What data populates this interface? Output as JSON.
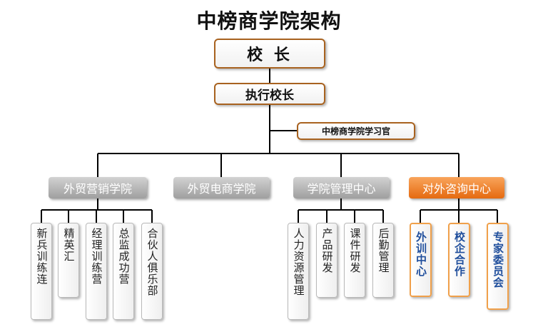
{
  "title": "中榜商学院架构",
  "top": {
    "principal": "校 长",
    "executive": "执行校长",
    "officer": "中榜商学院学习官"
  },
  "departments": [
    {
      "name": "外贸营销学院",
      "children": [
        "新兵训练连",
        "精英汇",
        "经理训练营",
        "总监成功营",
        "合伙人俱乐部"
      ]
    },
    {
      "name": "外贸电商学院",
      "children": []
    },
    {
      "name": "学院管理中心",
      "children": [
        "人力资源管理",
        "产品研发",
        "课件研发",
        "后勤管理"
      ]
    },
    {
      "name": "对外咨询中心",
      "children": [
        "外训中心",
        "校企合作",
        "专家委员会"
      ]
    }
  ],
  "colors": {
    "border_brown": "#a8621f",
    "highlight_orange": "#f07a20",
    "blue_text": "#1f4e9c",
    "line": "#000000"
  }
}
